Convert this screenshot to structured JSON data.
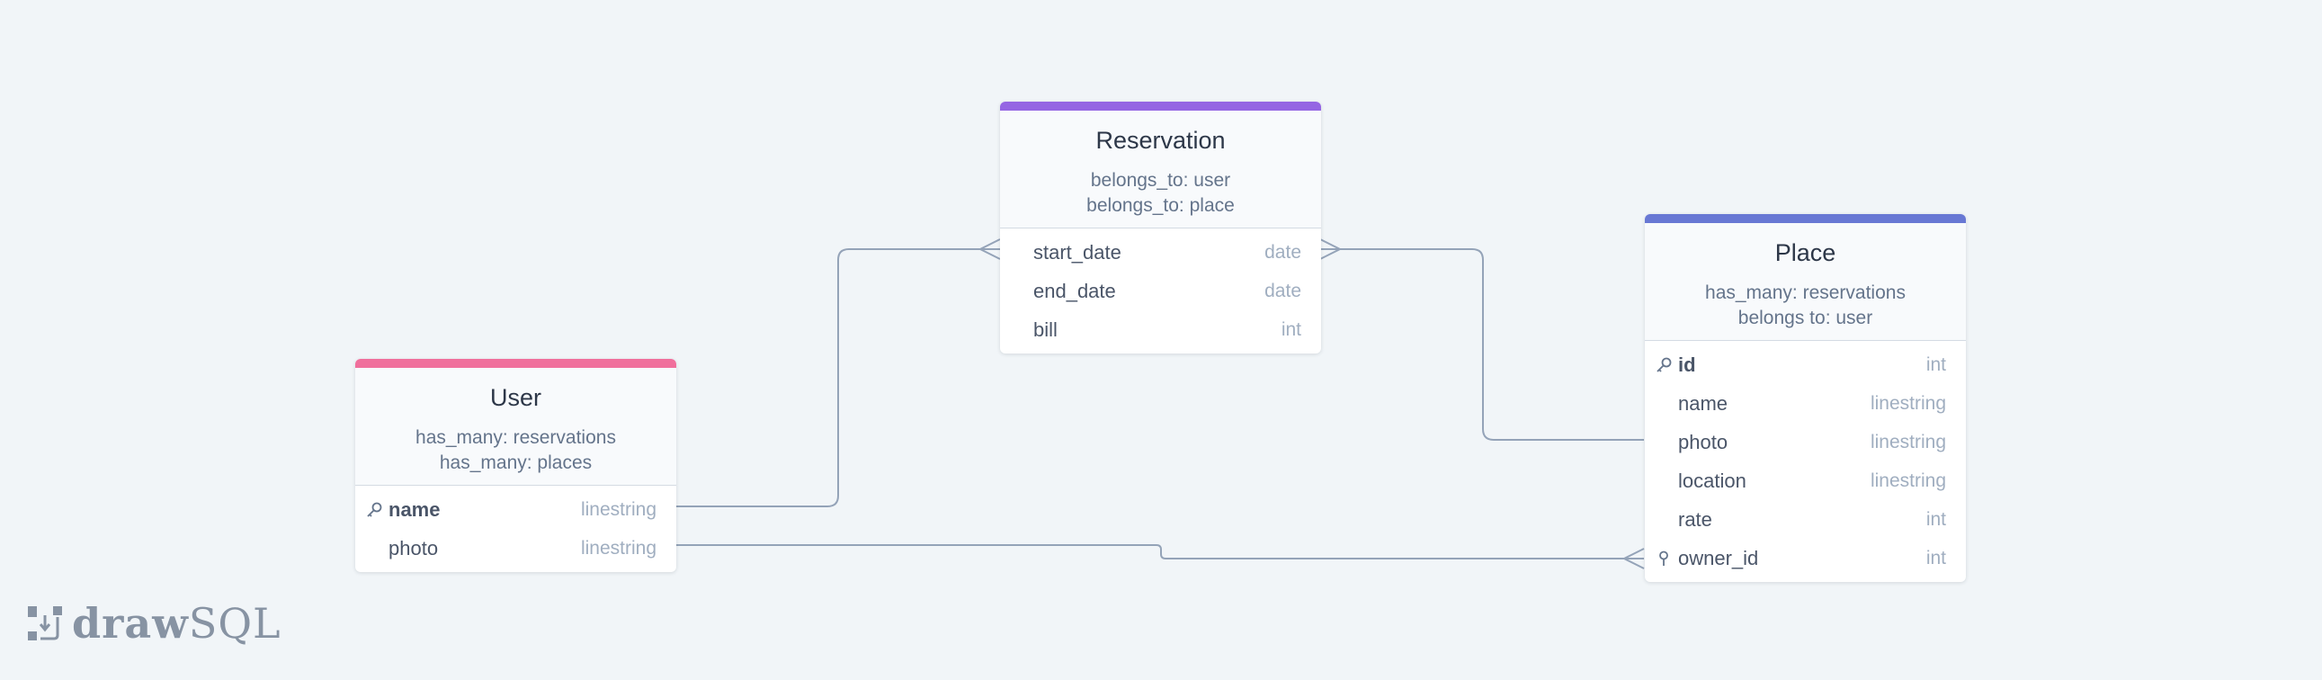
{
  "colors": {
    "user_accent": "#f06f9c",
    "reservation_accent": "#9566e3",
    "place_accent": "#6878d4",
    "connector": "#94a3b8"
  },
  "tables": {
    "user": {
      "title": "User",
      "notes": [
        "has_many: reservations",
        "has_many: places"
      ],
      "fields": [
        {
          "name": "name",
          "type": "linestring",
          "key": "primary",
          "icon": "key-icon"
        },
        {
          "name": "photo",
          "type": "linestring"
        }
      ]
    },
    "reservation": {
      "title": "Reservation",
      "notes": [
        "belongs_to: user",
        "belongs_to: place"
      ],
      "fields": [
        {
          "name": "start_date",
          "type": "date"
        },
        {
          "name": "end_date",
          "type": "date"
        },
        {
          "name": "bill",
          "type": "int"
        }
      ]
    },
    "place": {
      "title": "Place",
      "notes": [
        "has_many: reservations",
        "belongs to: user"
      ],
      "fields": [
        {
          "name": "id",
          "type": "int",
          "key": "primary",
          "icon": "key-icon"
        },
        {
          "name": "name",
          "type": "linestring"
        },
        {
          "name": "photo",
          "type": "linestring"
        },
        {
          "name": "location",
          "type": "linestring"
        },
        {
          "name": "rate",
          "type": "int"
        },
        {
          "name": "owner_id",
          "type": "int",
          "key": "foreign",
          "icon": "pin-icon"
        }
      ]
    }
  },
  "relationships": [
    {
      "from": "user.name",
      "to": "reservation.start_date",
      "cardinality": "one-to-many"
    },
    {
      "from": "place.photo",
      "to": "reservation.start_date",
      "cardinality": "one-to-many"
    },
    {
      "from": "user.photo",
      "to": "place.owner_id",
      "cardinality": "one-to-many"
    }
  ],
  "logo": {
    "bold": "draw",
    "light": "SQL",
    "icon": "drawsql-logo-icon"
  }
}
